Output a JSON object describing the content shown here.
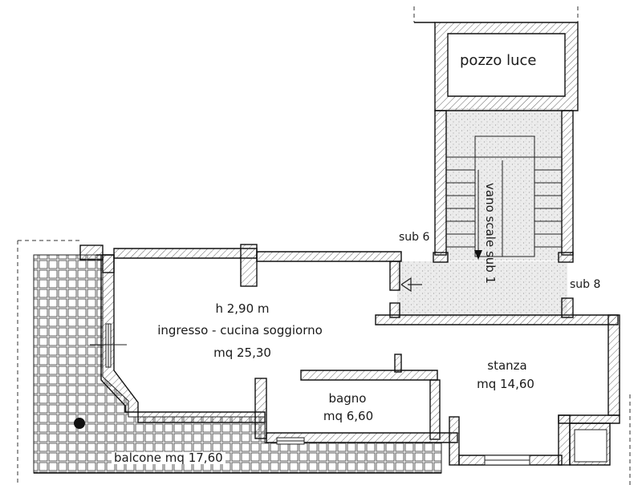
{
  "plan": {
    "labels": {
      "pozzo_luce": "pozzo luce",
      "vano_scale": "vano scale sub 1",
      "sub6": "sub 6",
      "sub8": "sub 8",
      "height": "h 2,90 m",
      "living_name": "ingresso - cucina soggiorno",
      "living_area": "mq 25,30",
      "stanza_name": "stanza",
      "stanza_area": "mq 14,60",
      "bagno_name": "bagno",
      "bagno_area": "mq 6,60",
      "balcone": "balcone mq 17,60"
    },
    "colors": {
      "wall": "#111111",
      "hatch": "#555555",
      "tile": "#4a4a4a",
      "landing": "#cfcfcf"
    }
  }
}
